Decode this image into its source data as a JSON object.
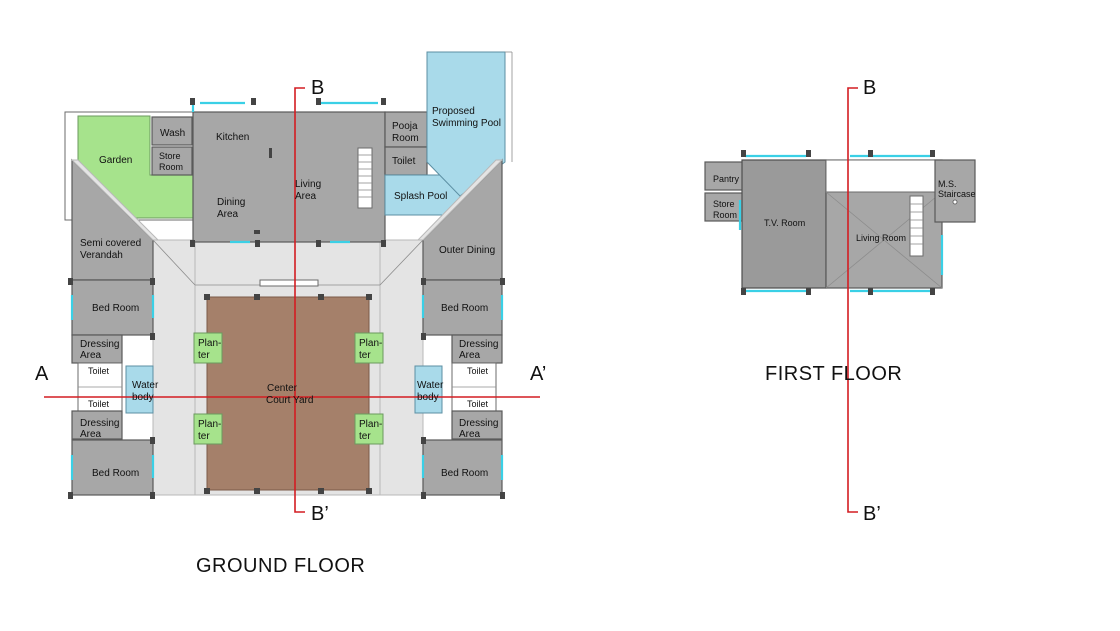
{
  "ground_floor": {
    "title": "GROUND FLOOR",
    "rooms": {
      "wash": "Wash",
      "kitchen": "Kitchen",
      "pooja_room": [
        "Pooja",
        "Room"
      ],
      "proposed_swimming_pool": [
        "Proposed",
        "Swimming Pool"
      ],
      "garden": "Garden",
      "store_room": [
        "Store",
        "Room"
      ],
      "toilet_top": "Toilet",
      "living_area": [
        "Living",
        "Area"
      ],
      "dining_area": [
        "Dining",
        "Area"
      ],
      "splash_pool": "Splash Pool",
      "semi_covered_verandah": [
        "Semi covered",
        "Verandah"
      ],
      "outer_dining": "Outer Dining",
      "bed_room_tl": "Bed Room",
      "bed_room_tr": "Bed Room",
      "dressing_tl": [
        "Dressing",
        "Area"
      ],
      "dressing_tr": [
        "Dressing",
        "Area"
      ],
      "toilet_l1": "Toilet",
      "toilet_l2": "Toilet",
      "toilet_r1": "Toilet",
      "toilet_r2": "Toilet",
      "water_body_l": [
        "Water",
        "body"
      ],
      "water_body_r": [
        "Water",
        "body"
      ],
      "planter_tl": [
        "Plan-",
        "ter"
      ],
      "planter_tr": [
        "Plan-",
        "ter"
      ],
      "planter_bl": [
        "Plan-",
        "ter"
      ],
      "planter_br": [
        "Plan-",
        "ter"
      ],
      "center_court_yard": [
        "Center",
        "Court Yard"
      ],
      "dressing_bl": [
        "Dressing",
        "Area"
      ],
      "dressing_br": [
        "Dressing",
        "Area"
      ],
      "bed_room_bl": "Bed Room",
      "bed_room_br": "Bed Room"
    }
  },
  "first_floor": {
    "title": "FIRST FLOOR",
    "rooms": {
      "pantry": "Pantry",
      "store_room": [
        "Store",
        "Room"
      ],
      "tv_room": "T.V. Room",
      "living_room": "Living Room",
      "ms_staircase": [
        "M.S.",
        "Staircase"
      ]
    }
  },
  "section_marks": {
    "a": "A",
    "a_prime": "A’",
    "b": "B",
    "b_prime": "B’"
  },
  "colors": {
    "section_line": "#d31d22",
    "room_fill": "#a7a7a7",
    "garden_green": "#a6e38c",
    "water_blue": "#a9daea",
    "courtyard_brown": "#a5806a",
    "window_cyan": "#3ad0e6"
  }
}
